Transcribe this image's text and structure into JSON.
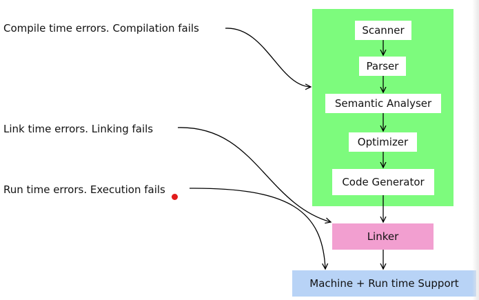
{
  "errors": {
    "compile": "Compile time errors. Compilation fails",
    "link": "Link time errors. Linking fails",
    "run": "Run time errors. Execution fails"
  },
  "pipeline": {
    "stages": [
      "Scanner",
      "Parser",
      "Semantic Analyser",
      "Optimizer",
      "Code Generator"
    ],
    "linker": "Linker",
    "runtime": "Machine + Run time Support"
  },
  "colors": {
    "compiler_panel": "#7dfb7d",
    "linker": "#f29fd0",
    "runtime": "#b8d3f6",
    "marker": "#e11b1b"
  }
}
